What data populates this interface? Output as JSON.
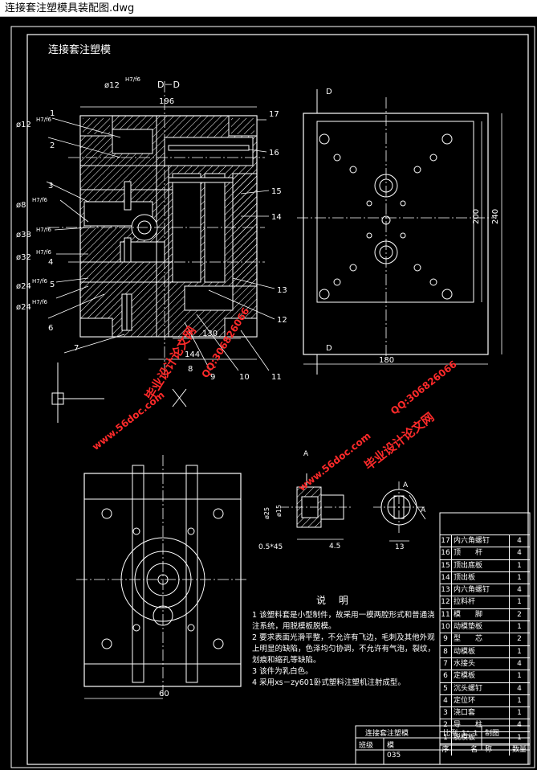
{
  "window": {
    "title": "连接套注塑模具装配图.dwg"
  },
  "drawing": {
    "title": "连接套注塑模",
    "section_label": "D－D",
    "dims": {
      "d_pin": "ø12",
      "d_pin_tol": "H7/f6",
      "d12": "ø12",
      "d8": "ø8",
      "d38": "ø38",
      "d32": "ø32",
      "d24a": "ø24",
      "d24b": "ø24",
      "w196": "196",
      "w130": "130",
      "w144": "144",
      "w180": "180",
      "h200": "200",
      "h240": "240",
      "w60": "60",
      "chamfer": "0.5*45",
      "len45": "4.5",
      "len13": "13",
      "dia25": "ø25",
      "dia15": "ø15"
    },
    "tol": "H7/f6",
    "callouts": [
      "1",
      "2",
      "3",
      "4",
      "5",
      "6",
      "7",
      "8",
      "9",
      "10",
      "11",
      "12",
      "13",
      "14",
      "15",
      "16",
      "17"
    ],
    "markers": {
      "d": "D",
      "a": "A"
    },
    "axis_x": "X"
  },
  "notes": {
    "title": "说 明",
    "items": [
      "1 该塑料套是小型制件，故采用一模两腔形式和普通浇注系统，用脱模板脱模。",
      "2 要求表面光滑平整，不允许有飞边，毛刺及其他外观上明显的缺陷，色泽均匀协调，不允许有气泡，裂纹，划痕和缩孔等缺陷。",
      "3 该件为乳白色。",
      "4 采用xs－zy601卧式塑料注塑机注射成型。"
    ]
  },
  "bom": {
    "rows": [
      {
        "no": "17",
        "name": "内六角螺钉",
        "qty": "4"
      },
      {
        "no": "16",
        "name": "顶　　杆",
        "qty": "4"
      },
      {
        "no": "15",
        "name": "顶出底板",
        "qty": "1"
      },
      {
        "no": "14",
        "name": "顶出板",
        "qty": "1"
      },
      {
        "no": "13",
        "name": "内六角螺钉",
        "qty": "4"
      },
      {
        "no": "12",
        "name": "拉料杆",
        "qty": "1"
      },
      {
        "no": "11",
        "name": "模　　脚",
        "qty": "2"
      },
      {
        "no": "10",
        "name": "动模垫板",
        "qty": "1"
      },
      {
        "no": "9",
        "name": "型　　芯",
        "qty": "2"
      },
      {
        "no": "8",
        "name": "动模板",
        "qty": "1"
      },
      {
        "no": "7",
        "name": "水接头",
        "qty": "4"
      },
      {
        "no": "6",
        "name": "定模板",
        "qty": "1"
      },
      {
        "no": "5",
        "name": "沉头螺钉",
        "qty": "4"
      },
      {
        "no": "4",
        "name": "定位环",
        "qty": "1"
      },
      {
        "no": "3",
        "name": "浇口套",
        "qty": "1"
      },
      {
        "no": "2",
        "name": "导　　柱",
        "qty": "4"
      },
      {
        "no": "1",
        "name": "脱模板",
        "qty": "1"
      }
    ],
    "header": {
      "no": "序",
      "name": "名　称",
      "qty": "数量"
    }
  },
  "title_block": {
    "name": "连接套注塑模",
    "scale_label": "比例",
    "scale": "1：1",
    "draft": "制图",
    "class_label": "班级",
    "mold_label": "模",
    "code": "035"
  },
  "watermarks": {
    "site_cn": "毕业设计论文网",
    "site_url": "www.56doc.com",
    "qq": "QQ:306826066"
  },
  "colors": {
    "background": "#000000",
    "lines": "#ffffff",
    "watermark": "#ff2a2a"
  }
}
